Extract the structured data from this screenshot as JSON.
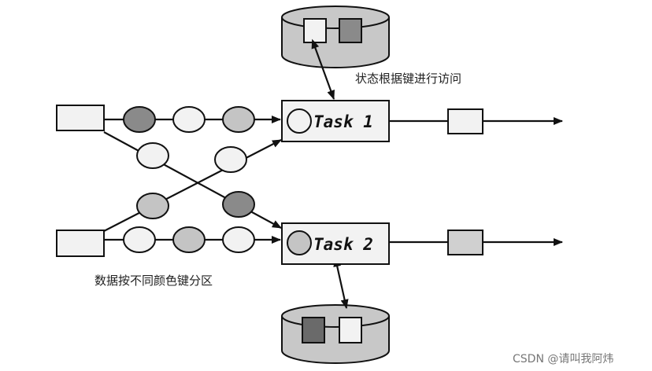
{
  "tasks": [
    {
      "label": "Task 1"
    },
    {
      "label": "Task 2"
    }
  ],
  "annotations": {
    "state_access": "状态根据键进行访问",
    "partition": "数据按不同颜色键分区"
  },
  "watermark": "CSDN @请叫我阿炜",
  "colors": {
    "dark": "#8a8a8a",
    "medium": "#c4c4c4",
    "light": "#f2f2f2",
    "darkest": "#6a6a6a",
    "state_store": "#c8c8c8",
    "output_gray": "#d0d0d0",
    "outline": "#111111"
  }
}
